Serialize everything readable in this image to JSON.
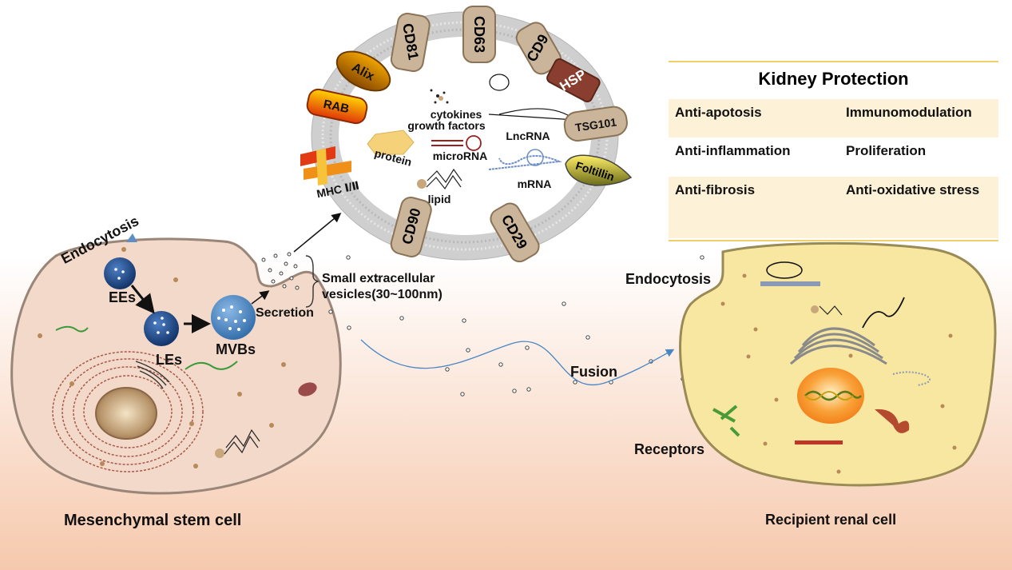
{
  "diagram": {
    "left_cell": {
      "caption": "Mesenchymal stem cell",
      "endocytosis": "Endocytosis",
      "ees": "EEs",
      "les": "LEs",
      "mvbs": "MVBs",
      "secretion": "Secretion",
      "sev_line1": "Small extracellular",
      "sev_line2": "vesicles(30~100nm)"
    },
    "vesicle": {
      "markers": {
        "cd81": "CD81",
        "cd63": "CD63",
        "cd9": "CD9",
        "hsp": "HSP",
        "tsg101": "TSG101",
        "foltillin": "Foltillin",
        "cd29": "CD29",
        "cd90": "CD90",
        "alix": "Alix",
        "rab": "RAB",
        "mhc": "MHC Ⅰ/Ⅱ"
      },
      "cargo": {
        "cytokines": "cytokines",
        "growth_factors": "growth factors",
        "lncrna": "LncRNA",
        "protein": "protein",
        "microrna": "microRNA",
        "mrna": "mRNA",
        "lipid": "lipid"
      }
    },
    "fusion": "Fusion",
    "right_cell": {
      "caption": "Recipient renal cell",
      "endocytosis": "Endocytosis",
      "receptors": "Receptors"
    },
    "kidney_protection": {
      "title": "Kidney Protection",
      "rows": [
        {
          "left": "Anti-apotosis",
          "right": "Immunomodulation"
        },
        {
          "left": "Anti-inflammation",
          "right": "Proliferation"
        },
        {
          "left": "Anti-fibrosis",
          "right": "Anti-oxidative stress"
        }
      ]
    },
    "colors": {
      "stem_cell": "#f3d9c9",
      "renal_cell": "#f8e7a0",
      "vesicle_ring": "#c9c9c9",
      "endosome_blue": "#1f4f8c",
      "arrow_blue": "#4a86c5",
      "table_accent": "#f0cf6a"
    }
  }
}
